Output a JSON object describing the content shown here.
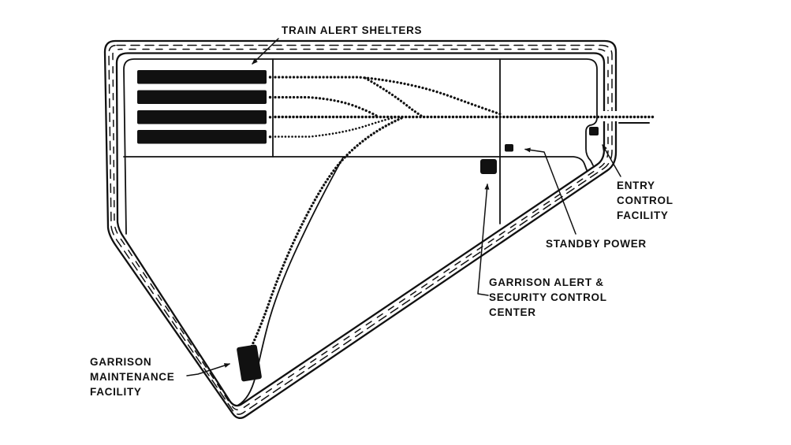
{
  "diagram": {
    "title": "Rail garrison site plan",
    "colors": {
      "ink": "#111111",
      "background": "#ffffff"
    },
    "labels": {
      "train_alert_shelters": "TRAIN ALERT SHELTERS",
      "entry_control_facility": {
        "lines": [
          "ENTRY",
          "CONTROL",
          "FACILITY"
        ]
      },
      "standby_power": "STANDBY POWER",
      "garrison_alert_security_control_center": {
        "lines": [
          "GARRISON ALERT &",
          "SECURITY CONTROL",
          "CENTER"
        ]
      },
      "garrison_maintenance_facility": {
        "lines": [
          "GARRISON",
          "MAINTENANCE",
          "FACILITY"
        ]
      }
    },
    "features": {
      "shelter_bar_count": "4",
      "perimeter_style": "double fence with dashed patrol lines",
      "rail_style": "dotted (beaded) track lines"
    }
  }
}
